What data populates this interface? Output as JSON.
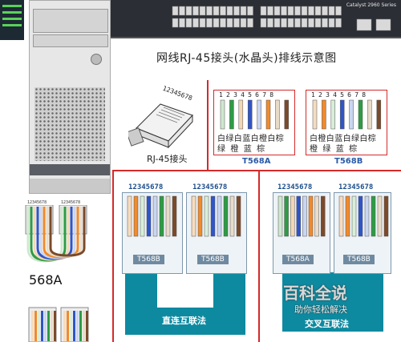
{
  "title": "网线RJ-45接头(水晶头)排线示意图",
  "switch": {
    "brand": "Catalyst 2960 Series"
  },
  "rj45": {
    "pin_label": "12345678",
    "caption": "RJ-45接头"
  },
  "t568a": {
    "pins": [
      "1",
      "2",
      "3",
      "4",
      "5",
      "6",
      "7",
      "8"
    ],
    "colors_top": [
      "白",
      "绿",
      "白",
      "蓝",
      "白",
      "橙",
      "白",
      "棕"
    ],
    "colors_bottom": [
      "绿",
      "",
      "橙",
      "",
      "蓝",
      "",
      "棕",
      ""
    ],
    "line1": "白绿白蓝白橙白棕",
    "line2": "绿  橙  蓝  棕",
    "caption": "T568A",
    "wire_colors": [
      "#cfe8cf",
      "#2e9b45",
      "#f3d7b5",
      "#2f55c8",
      "#c9d6f2",
      "#f08a2b",
      "#e8dcc9",
      "#7b4a2a"
    ]
  },
  "t568b": {
    "pins": [
      "1",
      "2",
      "3",
      "4",
      "5",
      "6",
      "7",
      "8"
    ],
    "line1": "白橙白蓝白绿白棕",
    "line2": "橙  绿  蓝  棕",
    "caption": "T568B",
    "wire_colors": [
      "#f5dcc0",
      "#f08a2b",
      "#d8eed8",
      "#2f55c8",
      "#c9d6f2",
      "#2e9b45",
      "#e8dcc9",
      "#7b4a2a"
    ]
  },
  "straight": {
    "pin_label_left": "12345678",
    "pin_label_right": "12345678",
    "plug_label_left": "T568B",
    "plug_label_right": "T568B",
    "caption": "直连互联法"
  },
  "cross": {
    "pin_label_left": "12345678",
    "pin_label_right": "12345678",
    "plug_label_left": "T568A",
    "plug_label_right": "T568B",
    "caption": "交叉互联法"
  },
  "left_example": {
    "pin_label": "12345678",
    "caption": "568A"
  },
  "watermark": {
    "brand": "百科全说",
    "slogan": "助你轻松解决"
  },
  "colors": {
    "divider_red": "#d42a2a",
    "caption_blue": "#2a5ba8",
    "band_blue": "#0e8aa0"
  }
}
